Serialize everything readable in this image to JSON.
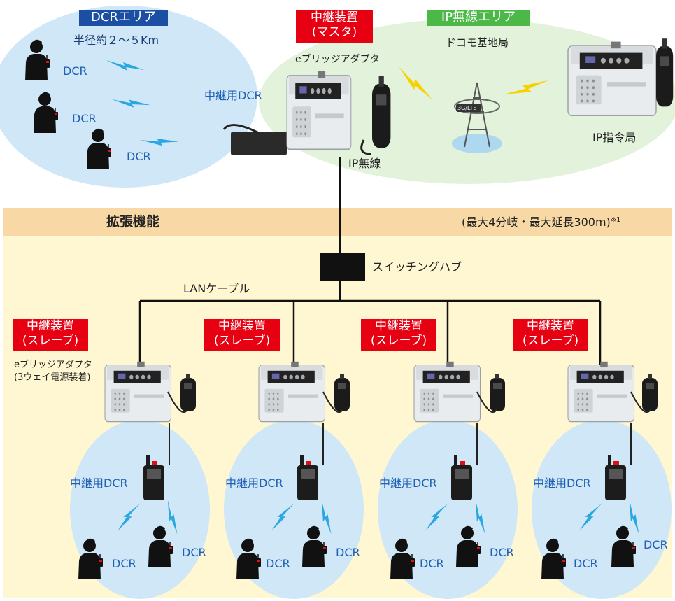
{
  "dcr_area": {
    "title": "DCRエリア",
    "radius": "半径約２～５Km",
    "dcr_label": "DCR"
  },
  "master": {
    "title_line1": "中継装置",
    "title_line2": "(マスタ)",
    "adapter": "eブリッジアダプタ",
    "relay_dcr": "中継用DCR",
    "ip_radio": "IP無線"
  },
  "ip_area": {
    "title": "IP無線エリア",
    "base_station": "ドコモ基地局",
    "antenna_text": "3G/LTE",
    "dispatch": "IP指令局"
  },
  "extension": {
    "title": "拡張機能",
    "note": "(最大4分岐・最大延長300m)",
    "note_mark": "※1"
  },
  "hub": {
    "label": "スイッチングハブ"
  },
  "cable": {
    "label": "LANケーブル"
  },
  "slave": {
    "title_line1": "中継装置",
    "title_line2": "(スレーブ)",
    "adapter_line1": "eブリッジアダプタ",
    "adapter_line2": "(3ウェイ電源装着)",
    "relay_dcr": "中継用DCR",
    "dcr_label": "DCR"
  },
  "colors": {
    "dcr_area_fill": "#cfe7f6",
    "ip_area_fill": "#e3f2da",
    "ext_header": "#f8d9a6",
    "ext_body": "#fff7d2",
    "red_tag": "#e60012",
    "blue_tag": "#1a4fa3",
    "green_tag": "#4cb848",
    "signal_blue": "#2aa7e0",
    "signal_yellow": "#f5d200"
  },
  "icons": [
    "person-radio-icon",
    "relay-device-icon",
    "handset-icon",
    "radio-tower-icon",
    "switching-hub-icon",
    "signal-bolt-icon"
  ]
}
